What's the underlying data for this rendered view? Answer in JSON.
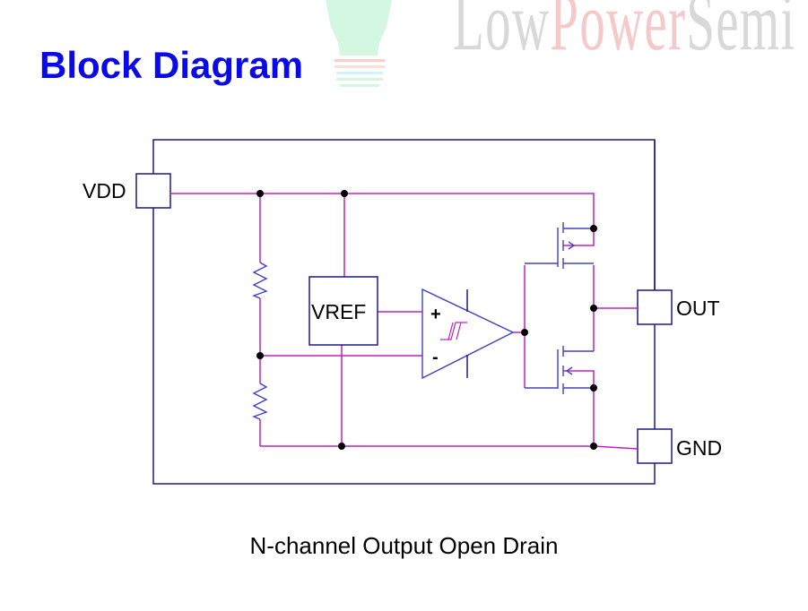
{
  "slide": {
    "title": "Block Diagram",
    "caption": "N-channel Output Open Drain"
  },
  "logo": {
    "text_parts": [
      "Low",
      "Power",
      "Semi"
    ],
    "icon": "lightbulb-icon"
  },
  "diagram": {
    "pins": {
      "vdd": "VDD",
      "out": "OUT",
      "gnd": "GND"
    },
    "blocks": {
      "vref": "VREF"
    },
    "comparator": {
      "plus": "+",
      "minus": "-",
      "hysteresis_icon": "hysteresis-icon"
    },
    "components": [
      "resistor-upper",
      "resistor-lower",
      "pmos-transistor",
      "nmos-transistor"
    ]
  },
  "colors": {
    "title": "#0a0ae6",
    "outline": "#1a1a8c",
    "wire": "#c020c0",
    "component": "#4040c8",
    "node": "#000000"
  }
}
